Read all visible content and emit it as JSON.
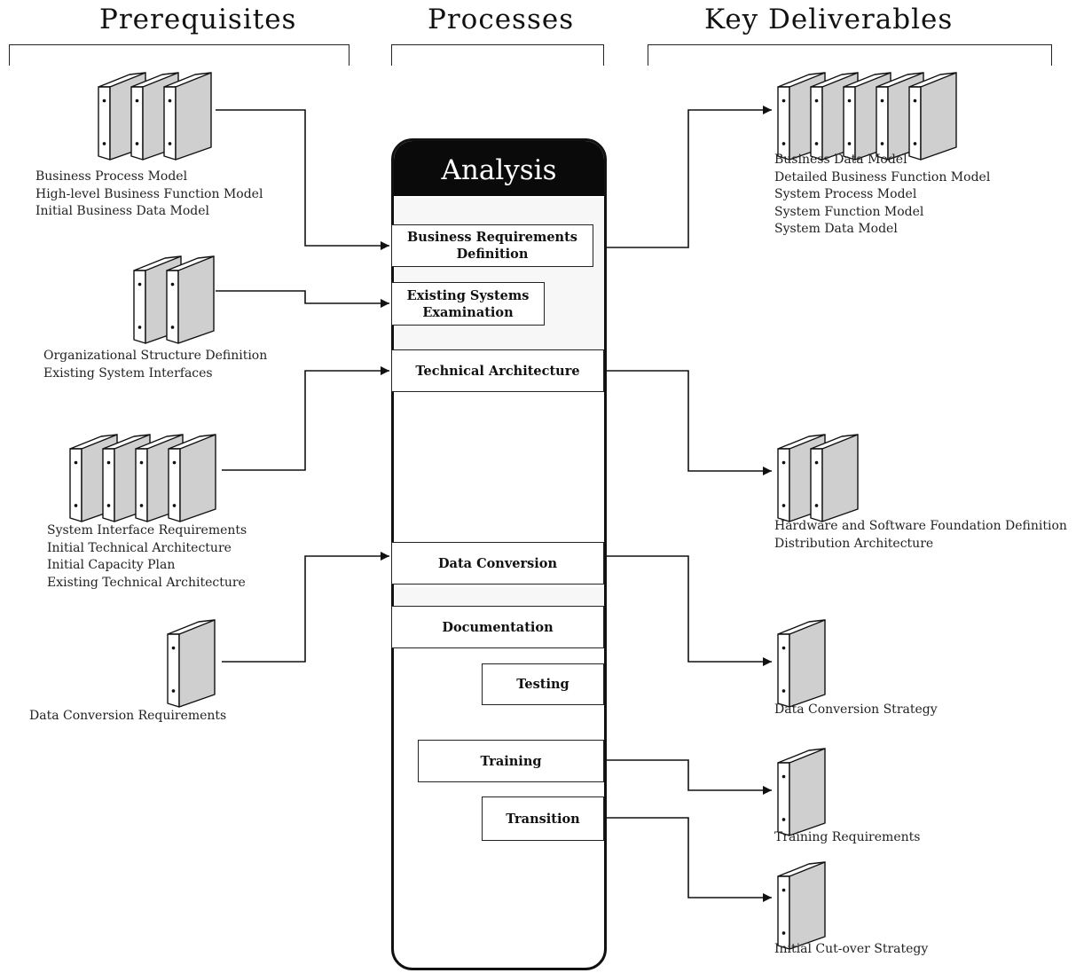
{
  "headers": {
    "prerequisites": "Prerequisites",
    "processes": "Processes",
    "key_deliverables": "Key Deliverables"
  },
  "phase_title": "Analysis",
  "processes": [
    {
      "label": "Business Requirements\nDefinition"
    },
    {
      "label": "Existing Systems\nExamination"
    },
    {
      "label": "Technical Architecture"
    },
    {
      "label": "Data Conversion"
    },
    {
      "label": "Documentation"
    },
    {
      "label": "Testing"
    },
    {
      "label": "Training"
    },
    {
      "label": "Transition"
    }
  ],
  "prerequisites": [
    {
      "items": [
        "Business Process Model",
        "High-level Business Function Model",
        "Initial Business Data Model"
      ]
    },
    {
      "items": [
        "Organizational Structure Definition",
        "Existing System Interfaces"
      ]
    },
    {
      "items": [
        "System Interface Requirements",
        "Initial Technical Architecture",
        "Initial Capacity Plan",
        "Existing Technical Architecture"
      ]
    },
    {
      "items": [
        "Data Conversion Requirements"
      ]
    }
  ],
  "deliverables": [
    {
      "items": [
        "Business Data Model",
        "Detailed Business Function Model",
        "System Process Model",
        "System Function Model",
        "System Data Model"
      ]
    },
    {
      "items": [
        "Hardware and Software Foundation Definition",
        "Distribution Architecture"
      ]
    },
    {
      "items": [
        "Data Conversion Strategy"
      ]
    },
    {
      "items": [
        "Training Requirements"
      ]
    },
    {
      "items": [
        "Initial Cut-over Strategy"
      ]
    }
  ],
  "icons": {
    "document": "binder-icon"
  },
  "colors": {
    "binder_fill": "#cfcfcf",
    "phase_header": "#0a0a0a",
    "line": "#111111"
  }
}
